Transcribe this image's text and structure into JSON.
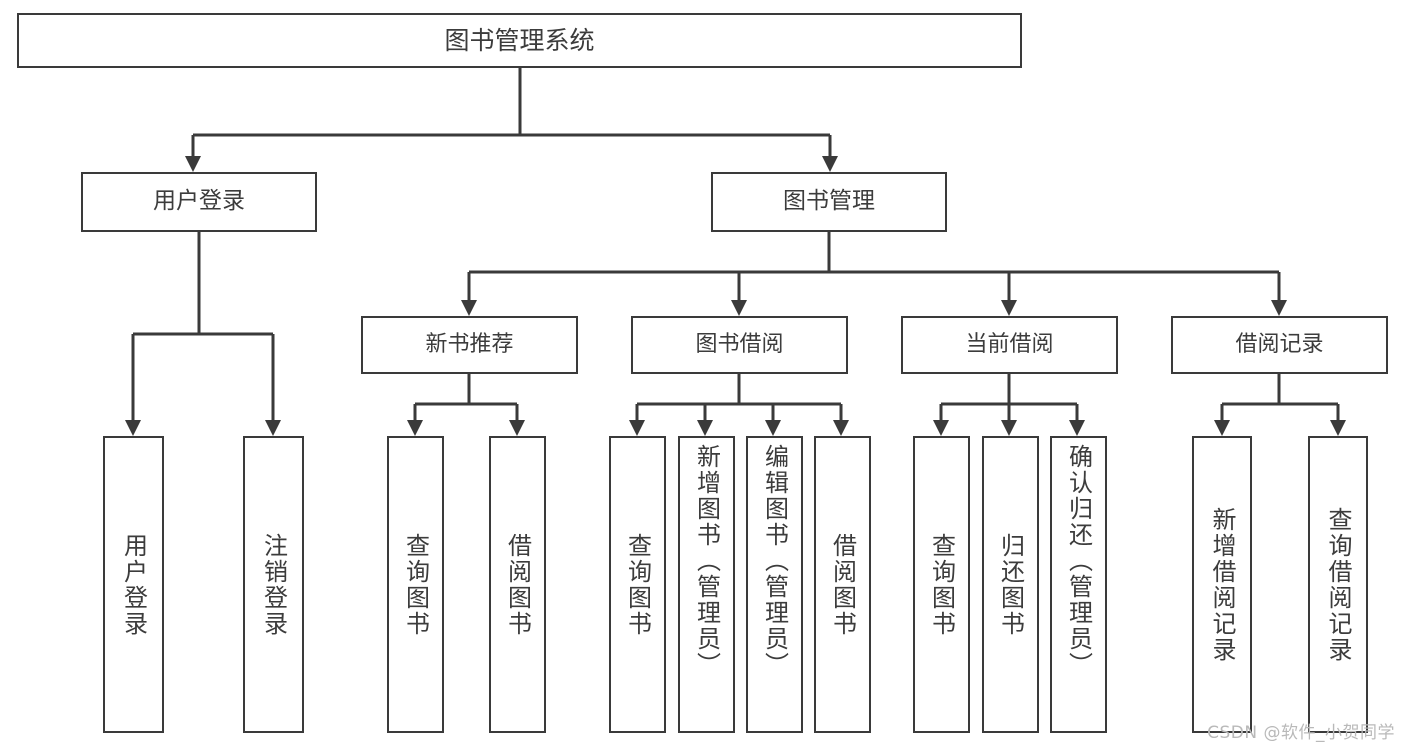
{
  "diagram": {
    "title": "图书管理系统",
    "type": "tree-hierarchy",
    "watermark": "CSDN @软件_小贺同学",
    "colors": {
      "line": "#3a3a3a",
      "box_border": "#3a3a3a",
      "box_fill": "#ffffff",
      "text": "#3c3c3c",
      "watermark": "#b9b9b9"
    },
    "root": {
      "label": "图书管理系统"
    },
    "level2": [
      {
        "id": "user-login",
        "label": "用户登录"
      },
      {
        "id": "book-manage",
        "label": "图书管理"
      }
    ],
    "level3": [
      {
        "id": "new-book-recommend",
        "label": "新书推荐",
        "parent": "book-manage"
      },
      {
        "id": "book-borrow",
        "label": "图书借阅",
        "parent": "book-manage"
      },
      {
        "id": "current-borrow",
        "label": "当前借阅",
        "parent": "book-manage"
      },
      {
        "id": "borrow-record",
        "label": "借阅记录",
        "parent": "book-manage"
      }
    ],
    "leaves": [
      {
        "id": "leaf-user-login",
        "label": "用户登录",
        "parent": "user-login"
      },
      {
        "id": "leaf-user-logout",
        "label": "注销登录",
        "parent": "user-login"
      },
      {
        "id": "leaf-query-book-1",
        "label": "查询图书",
        "parent": "new-book-recommend"
      },
      {
        "id": "leaf-borrow-book-1",
        "label": "借阅图书",
        "parent": "new-book-recommend"
      },
      {
        "id": "leaf-query-book-2",
        "label": "查询图书",
        "parent": "book-borrow"
      },
      {
        "id": "leaf-add-book",
        "label": "新增图书（管理员）",
        "parent": "book-borrow"
      },
      {
        "id": "leaf-edit-book",
        "label": "编辑图书（管理员）",
        "parent": "book-borrow"
      },
      {
        "id": "leaf-borrow-book-2",
        "label": "借阅图书",
        "parent": "book-borrow"
      },
      {
        "id": "leaf-query-book-3",
        "label": "查询图书",
        "parent": "current-borrow"
      },
      {
        "id": "leaf-return-book",
        "label": "归还图书",
        "parent": "current-borrow"
      },
      {
        "id": "leaf-confirm-return",
        "label": "确认归还（管理员）",
        "parent": "current-borrow"
      },
      {
        "id": "leaf-add-borrow-record",
        "label": "新增借阅记录",
        "parent": "borrow-record"
      },
      {
        "id": "leaf-query-borrow-record",
        "label": "查询借阅记录",
        "parent": "borrow-record"
      }
    ]
  }
}
